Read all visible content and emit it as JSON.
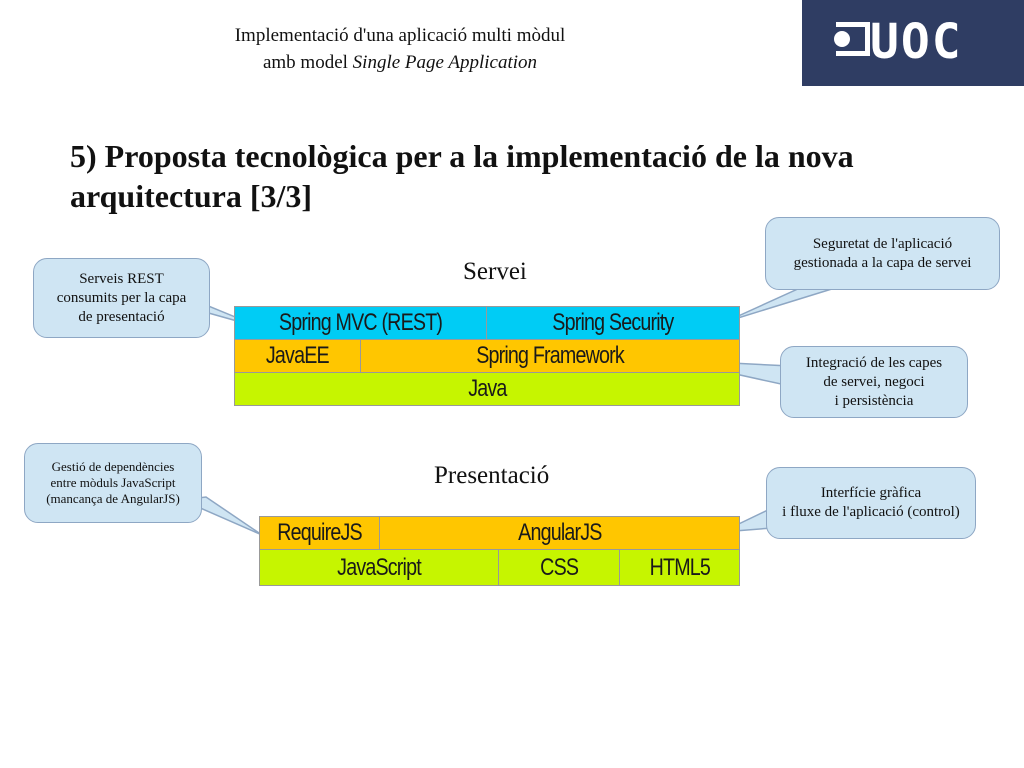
{
  "header": {
    "line1": "Implementació d'una aplicació multi mòdul",
    "line2_prefix": "amb model ",
    "line2_italic": "Single Page Application"
  },
  "logo": {
    "text": "UOC",
    "bg_color": "#2f3d63"
  },
  "title": "5) Proposta tecnològica per a la implementació de la nova arquitectura [3/3]",
  "servei": {
    "label": "Servei",
    "blocks": {
      "spring_mvc": "Spring MVC (REST)",
      "spring_security": "Spring Security",
      "javaee": "JavaEE",
      "spring_framework": "Spring Framework",
      "java": "Java"
    }
  },
  "presentacio": {
    "label": "Presentació",
    "blocks": {
      "requirejs": "RequireJS",
      "angularjs": "AngularJS",
      "javascript": "JavaScript",
      "css": "CSS",
      "html5": "HTML5"
    }
  },
  "callouts": {
    "rest": [
      "Serveis REST",
      "consumits per la capa",
      "de presentació"
    ],
    "security": [
      "Seguretat de l'aplicació",
      "gestionada a la capa de servei"
    ],
    "integration": [
      "Integració de les capes",
      "de servei, negoci",
      "i persistència"
    ],
    "dependencies": [
      "Gestió de dependències",
      "entre mòduls JavaScript",
      "(mancança de AngularJS)"
    ],
    "interface": [
      "Interfície gràfica",
      "i fluxe de l'aplicació (control)"
    ]
  },
  "colors": {
    "cyan": "#00ccf5",
    "orange": "#ffc600",
    "lime": "#c6f500",
    "callout_fill": "#cfe5f3",
    "callout_border": "#8ea7c4"
  }
}
